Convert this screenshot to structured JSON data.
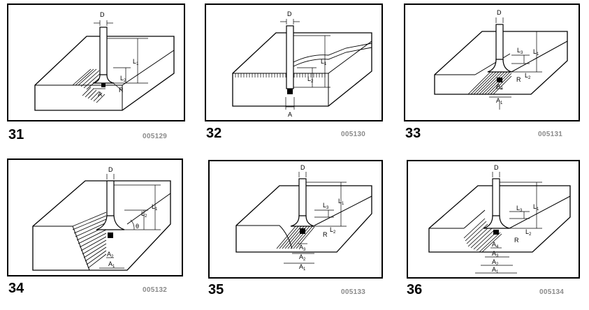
{
  "figures": [
    {
      "number": "31",
      "code": "005129",
      "labels": [
        "D",
        "L",
        "L",
        "R",
        "A"
      ],
      "subs": [
        "",
        "1",
        "2",
        "",
        ""
      ]
    },
    {
      "number": "32",
      "code": "005130",
      "labels": [
        "D",
        "L",
        "L",
        "A"
      ],
      "subs": [
        "",
        "1",
        "2",
        ""
      ]
    },
    {
      "number": "33",
      "code": "005131",
      "labels": [
        "D",
        "L",
        "L",
        "L",
        "R",
        "A",
        "A"
      ],
      "subs": [
        "",
        "1",
        "3",
        "2",
        "",
        "2",
        "1"
      ]
    },
    {
      "number": "34",
      "code": "005132",
      "labels": [
        "D",
        "L",
        "L",
        "θ",
        "A",
        "A"
      ],
      "subs": [
        "",
        "1",
        "2",
        "",
        "2",
        "1"
      ]
    },
    {
      "number": "35",
      "code": "005133",
      "labels": [
        "D",
        "L",
        "L",
        "L",
        "R",
        "A",
        "A",
        "A"
      ],
      "subs": [
        "",
        "1",
        "3",
        "2",
        "",
        "3",
        "2",
        "1"
      ]
    },
    {
      "number": "36",
      "code": "005134",
      "labels": [
        "D",
        "L",
        "L",
        "L",
        "R",
        "A",
        "A",
        "A",
        "A"
      ],
      "subs": [
        "",
        "1",
        "3",
        "2",
        "",
        "4",
        "3",
        "2",
        "1"
      ]
    }
  ]
}
